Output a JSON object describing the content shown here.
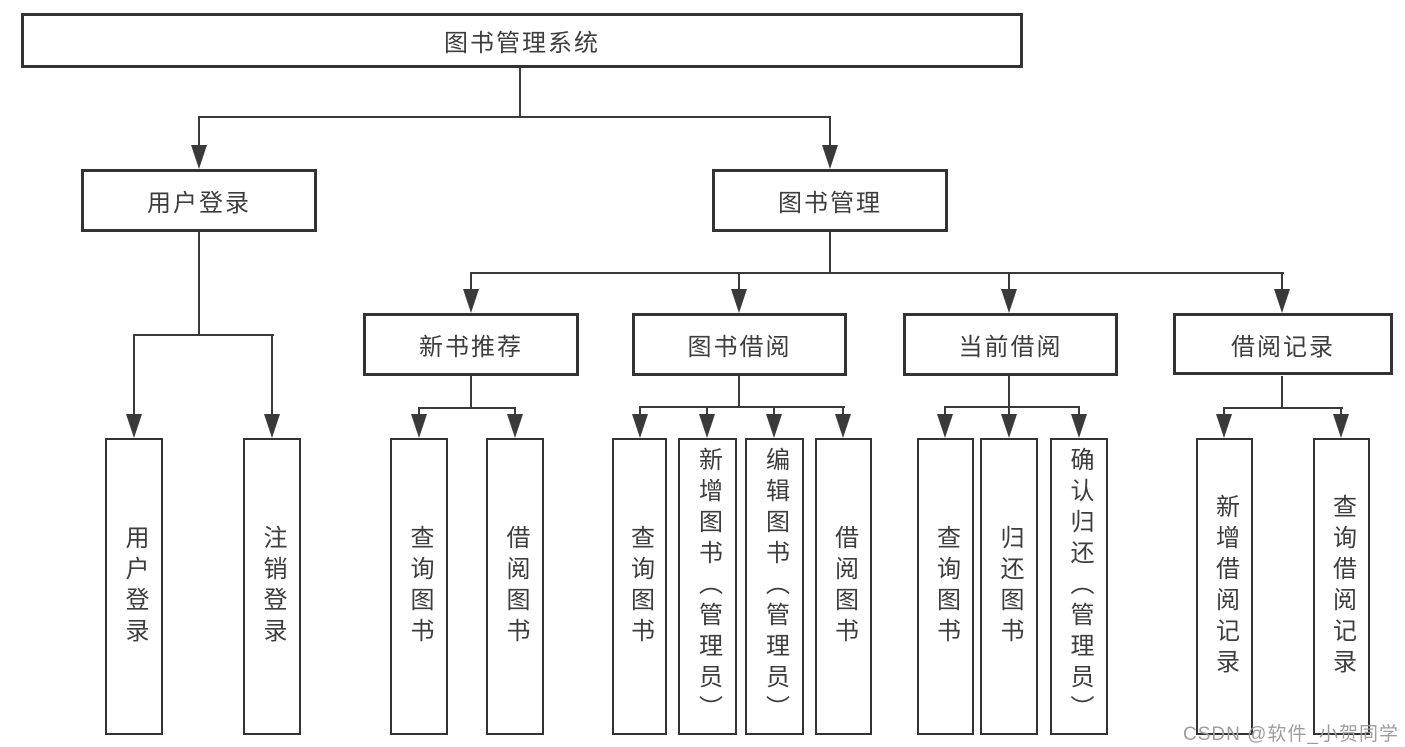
{
  "diagram": {
    "root": {
      "label": "图书管理系统"
    },
    "level1": [
      {
        "label": "用户登录"
      },
      {
        "label": "图书管理"
      }
    ],
    "level2": [
      {
        "label": "新书推荐"
      },
      {
        "label": "图书借阅"
      },
      {
        "label": "当前借阅"
      },
      {
        "label": "借阅记录"
      }
    ],
    "leaves": [
      {
        "label": "用户登录"
      },
      {
        "label": "注销登录"
      },
      {
        "label": "查询图书"
      },
      {
        "label": "借阅图书"
      },
      {
        "label": "查询图书"
      },
      {
        "label": "新增图书（管理员）"
      },
      {
        "label": "编辑图书（管理员）"
      },
      {
        "label": "借阅图书"
      },
      {
        "label": "查询图书"
      },
      {
        "label": "归还图书"
      },
      {
        "label": "确认归还（管理员）"
      },
      {
        "label": "新增借阅记录"
      },
      {
        "label": "查询借阅记录"
      }
    ]
  },
  "watermark": {
    "text": "CSDN @软件_小贺同学"
  },
  "colors": {
    "background": "#ffffff",
    "box_border": "#333333",
    "line": "#3a3a3a",
    "text": "#3d3d3d",
    "watermark_text": "#9e9e9e"
  }
}
